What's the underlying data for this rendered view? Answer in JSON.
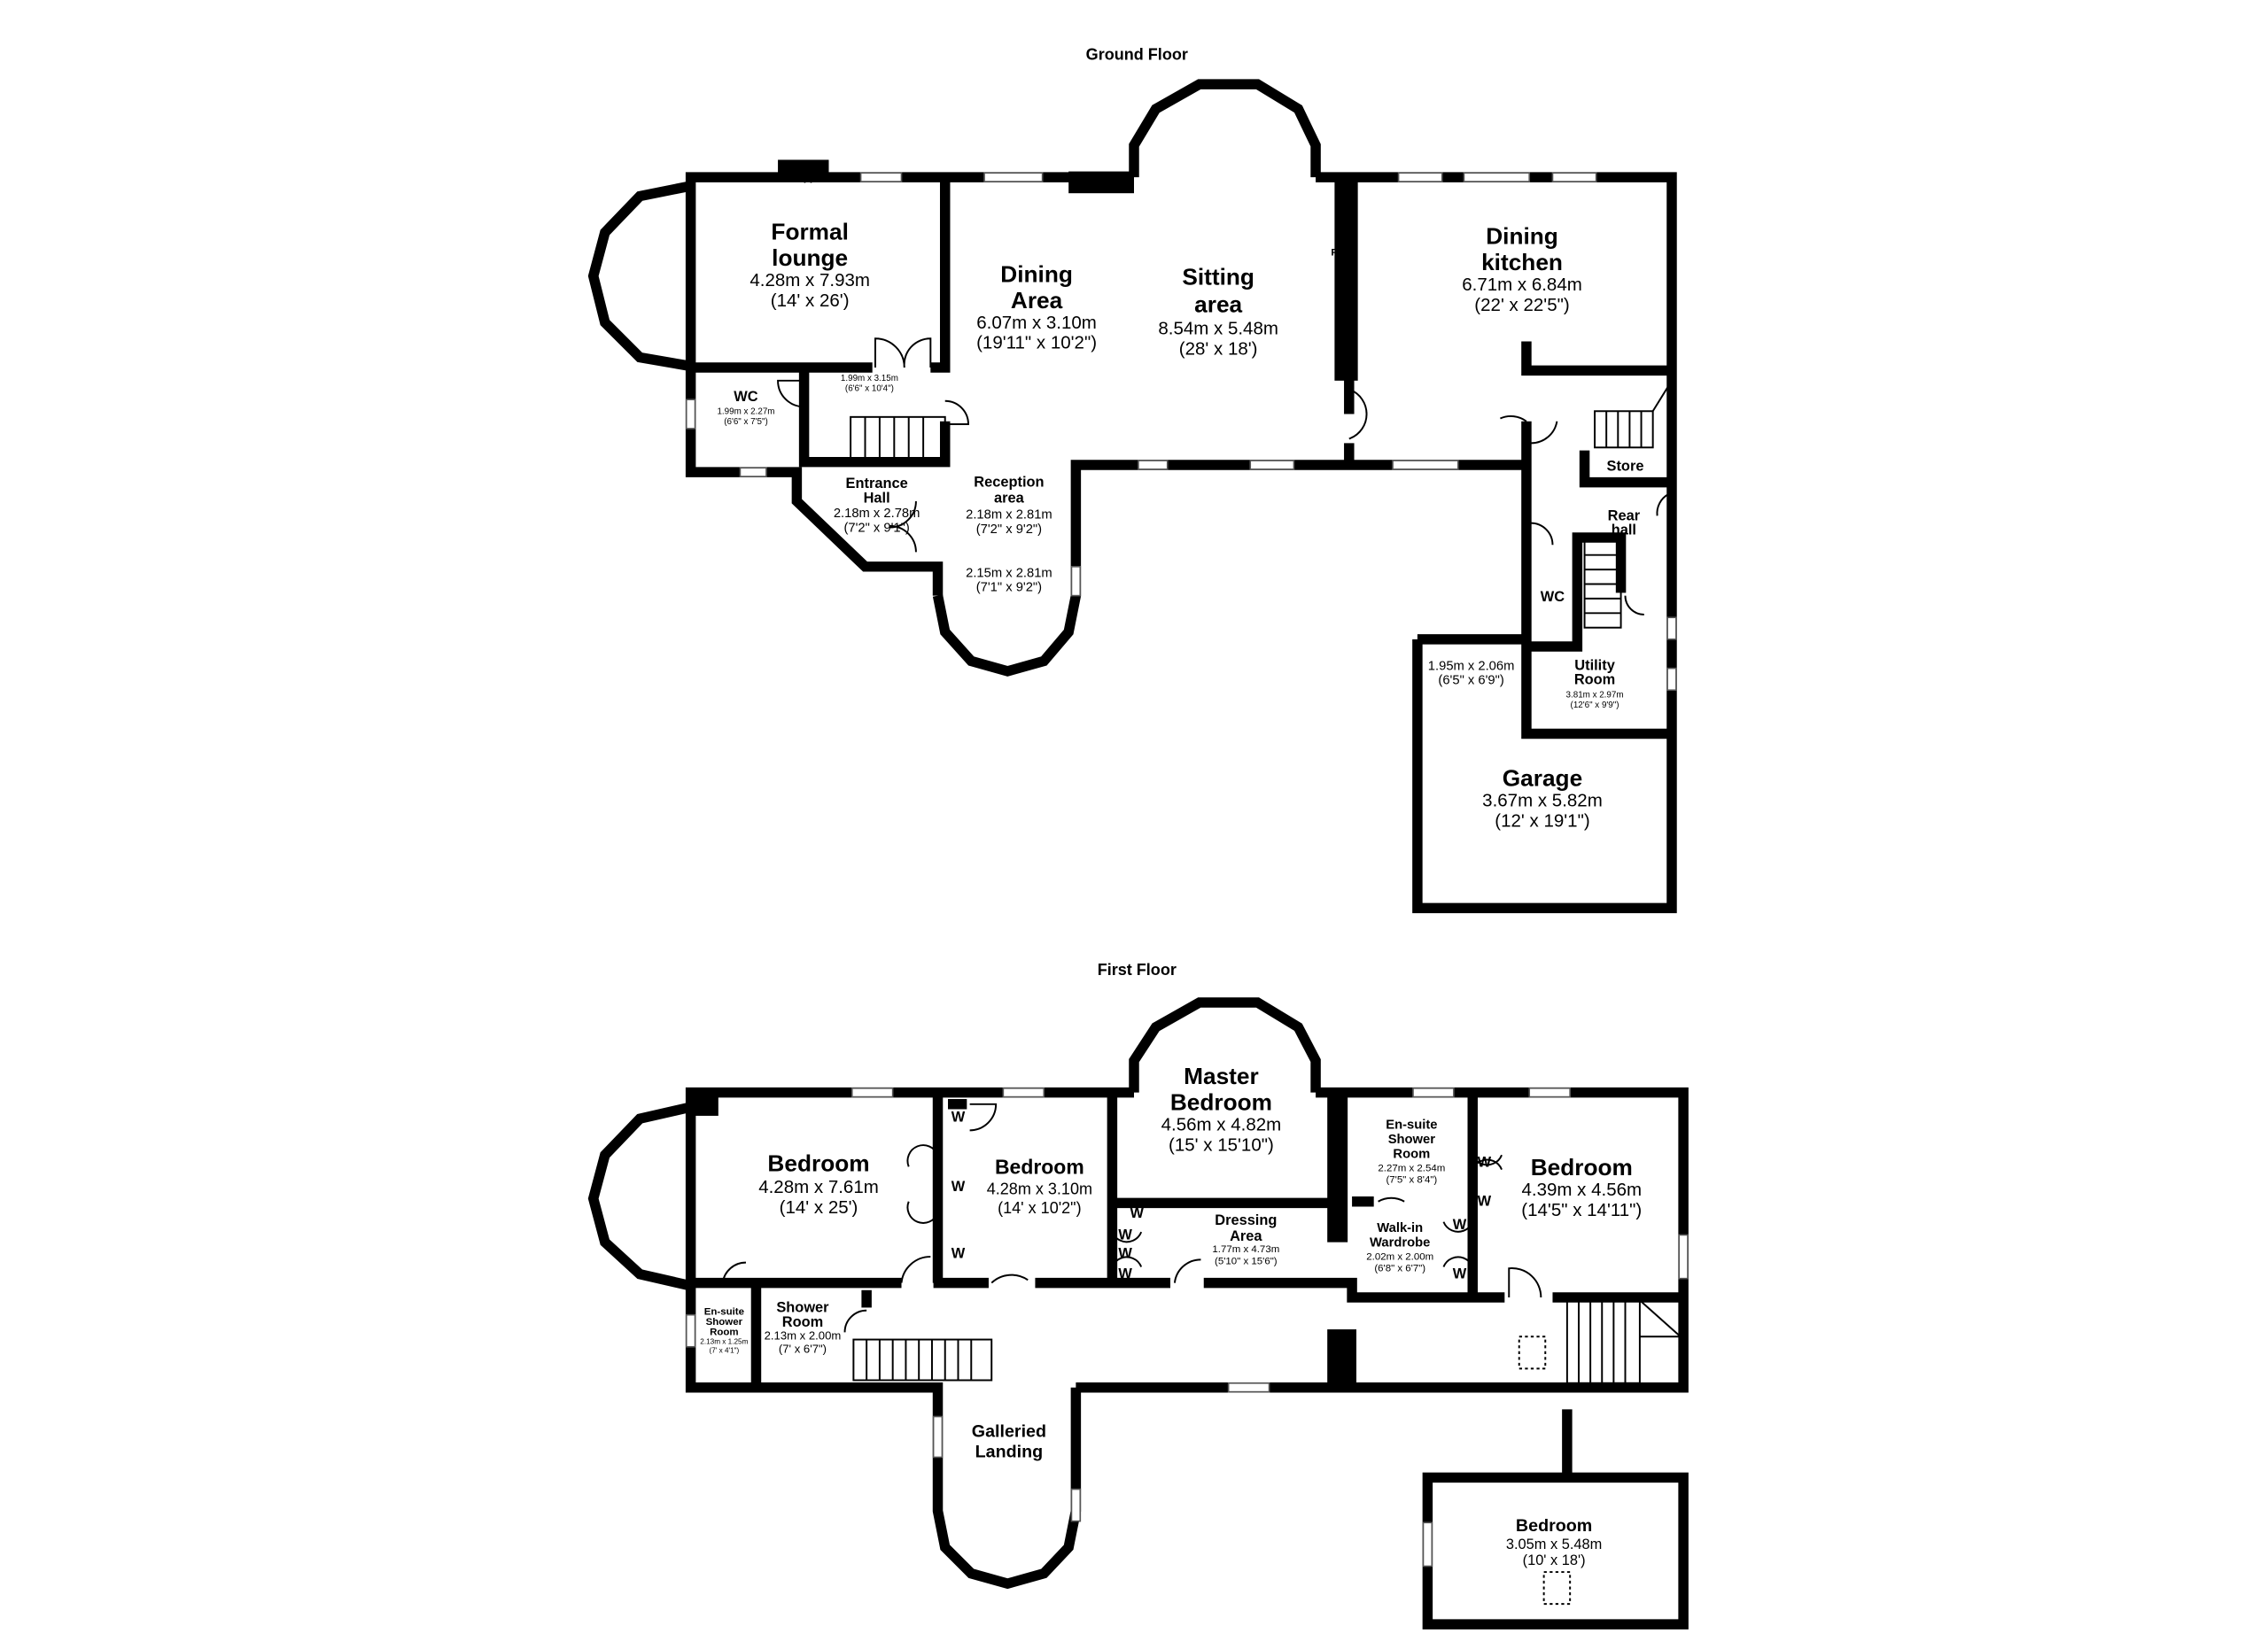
{
  "ground_floor": {
    "title": "Ground Floor",
    "fireplace_label": "FP",
    "rooms": {
      "formal_lounge": {
        "name1": "Formal",
        "name2": "lounge",
        "metric": "4.28m x 7.93m",
        "imperial": "(14' x 26')"
      },
      "dining_area": {
        "name1": "Dining",
        "name2": "Area",
        "metric": "6.07m x 3.10m",
        "imperial": "(19'11\" x 10'2\")"
      },
      "sitting_area": {
        "name1": "Sitting",
        "name2": "area",
        "metric": "8.54m x 5.48m",
        "imperial": "(28' x 18')"
      },
      "dining_kitchen": {
        "name1": "Dining",
        "name2": "kitchen",
        "metric": "6.71m x 6.84m",
        "imperial": "(22' x 22'5\")"
      },
      "wc": {
        "name": "WC",
        "metric": "1.99m x 2.27m",
        "imperial": "(6'6\" x 7'5\")"
      },
      "hall_space": {
        "metric": "1.99m x 3.15m",
        "imperial": "(6'6\" x 10'4\")"
      },
      "entrance_hall": {
        "name1": "Entrance",
        "name2": "Hall",
        "metric": "2.18m x 2.78m",
        "imperial": "(7'2\" x 9'1\")"
      },
      "reception_area": {
        "name1": "Reception",
        "name2": "area",
        "metric": "2.18m x 2.81m",
        "imperial": "(7'2\" x 9'2\")"
      },
      "reception_bay": {
        "metric": "2.15m x 2.81m",
        "imperial": "(7'1\" x 9'2\")"
      },
      "store": {
        "name": "Store"
      },
      "rear_hall": {
        "name1": "Rear",
        "name2": "hall"
      },
      "rear_wc": {
        "name": "WC"
      },
      "garage_store": {
        "metric": "1.95m x 2.06m",
        "imperial": "(6'5\" x 6'9\")"
      },
      "utility_room": {
        "name1": "Utility",
        "name2": "Room",
        "metric": "3.81m x 2.97m",
        "imperial": "(12'6\" x 9'9\")"
      },
      "garage": {
        "name": "Garage",
        "metric": "3.67m x 5.82m",
        "imperial": "(12' x 19'1\")"
      }
    }
  },
  "first_floor": {
    "title": "First Floor",
    "wardrobe_label": "W",
    "rooms": {
      "bedroom_1": {
        "name": "Bedroom",
        "metric": "4.28m x 7.61m",
        "imperial": "(14' x 25')"
      },
      "bedroom_2": {
        "name": "Bedroom",
        "metric": "4.28m x 3.10m",
        "imperial": "(14' x 10'2\")"
      },
      "master_bedroom": {
        "name1": "Master",
        "name2": "Bedroom",
        "metric": "4.56m x 4.82m",
        "imperial": "(15' x 15'10\")"
      },
      "dressing_area": {
        "name1": "Dressing",
        "name2": "Area",
        "metric": "1.77m x 4.73m",
        "imperial": "(5'10\" x 15'6\")"
      },
      "ensuite_master": {
        "name1": "En-suite",
        "name2": "Shower",
        "name3": "Room",
        "metric": "2.27m x 2.54m",
        "imperial": "(7'5\" x 8'4\")"
      },
      "walk_in_wardrobe": {
        "name1": "Walk-in",
        "name2": "Wardrobe",
        "metric": "2.02m x 2.00m",
        "imperial": "(6'8\" x 6'7\")"
      },
      "bedroom_3": {
        "name": "Bedroom",
        "metric": "4.39m x 4.56m",
        "imperial": "(14'5\" x 14'11\")"
      },
      "ensuite_small": {
        "name1": "En-suite",
        "name2": "Shower",
        "name3": "Room",
        "metric": "2.13m x 1.25m",
        "imperial": "(7' x 4'1\")"
      },
      "shower_room": {
        "name1": "Shower",
        "name2": "Room",
        "metric": "2.13m x 2.00m",
        "imperial": "(7' x 6'7\")"
      },
      "galleried_landing": {
        "name1": "Galleried",
        "name2": "Landing"
      },
      "bedroom_4": {
        "name": "Bedroom",
        "metric": "3.05m x 5.48m",
        "imperial": "(10' x 18')"
      }
    }
  }
}
